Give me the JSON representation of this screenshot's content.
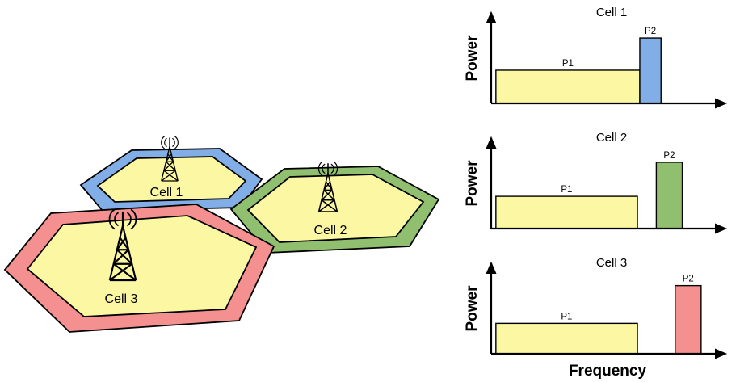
{
  "colors": {
    "cell_fill": "#FBF7A3",
    "cell1_band": "#82AEE8",
    "cell2_band": "#8FBF6F",
    "cell3_band": "#F4908F",
    "outline": "#000000",
    "background": "#FFFFFF"
  },
  "map": {
    "cells": [
      {
        "label": "Cell 1"
      },
      {
        "label": "Cell 2"
      },
      {
        "label": "Cell 3"
      }
    ]
  },
  "xlabel": "Frequency",
  "chart_data": [
    {
      "type": "bar",
      "title": "Cell 1",
      "ylabel": "Power",
      "xlabel": "Frequency",
      "bars": [
        {
          "label": "P1",
          "color": "#FBF7A3",
          "band_start_frac": 0.02,
          "band_end_frac": 0.63,
          "power_frac": 0.36
        },
        {
          "label": "P2",
          "color": "#82AEE8",
          "band_start_frac": 0.63,
          "band_end_frac": 0.72,
          "power_frac": 0.71
        }
      ]
    },
    {
      "type": "bar",
      "title": "Cell 2",
      "ylabel": "Power",
      "xlabel": "Frequency",
      "bars": [
        {
          "label": "P1",
          "color": "#FBF7A3",
          "band_start_frac": 0.02,
          "band_end_frac": 0.62,
          "power_frac": 0.35
        },
        {
          "label": "P2",
          "color": "#8FBF6F",
          "band_start_frac": 0.7,
          "band_end_frac": 0.81,
          "power_frac": 0.72
        }
      ]
    },
    {
      "type": "bar",
      "title": "Cell 3",
      "ylabel": "Power",
      "xlabel": "Frequency",
      "bars": [
        {
          "label": "P1",
          "color": "#FBF7A3",
          "band_start_frac": 0.02,
          "band_end_frac": 0.62,
          "power_frac": 0.33
        },
        {
          "label": "P2",
          "color": "#F4908F",
          "band_start_frac": 0.78,
          "band_end_frac": 0.89,
          "power_frac": 0.74
        }
      ]
    }
  ]
}
